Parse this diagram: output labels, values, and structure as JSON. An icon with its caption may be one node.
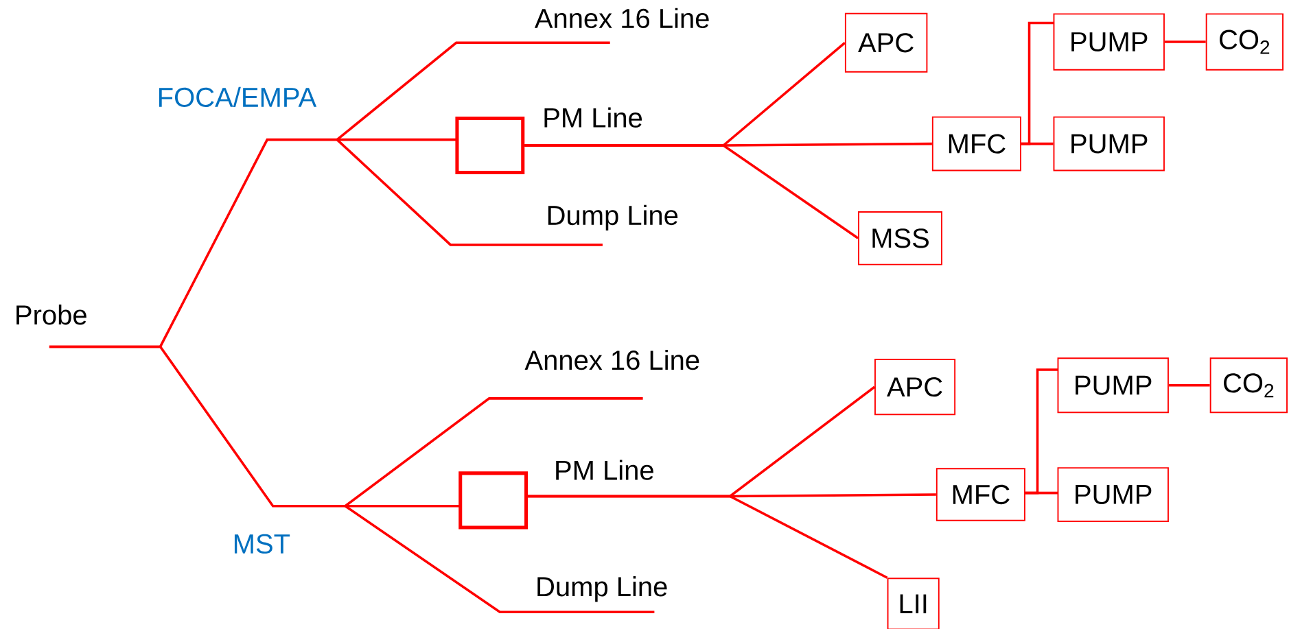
{
  "diagram": {
    "nodes": [
      {
        "text": [
          "Probe"
        ]
      },
      {
        "text": [
          "FOCA/EMPA"
        ]
      },
      {
        "text": [
          "Annex 16 Line"
        ]
      },
      {
        "text": [],
        "shape": "box"
      },
      {
        "text": [
          "Dump Line"
        ]
      },
      {
        "text": [
          "APC"
        ]
      },
      {
        "text": [
          "MFC"
        ]
      },
      {
        "text": [
          "MSS"
        ]
      },
      {
        "text": [
          "PUMP"
        ]
      },
      {
        "text": [
          "PUMP"
        ]
      },
      {
        "text": [
          "CO$_{2}$"
        ]
      },
      {
        "text": [
          "MST"
        ]
      },
      {
        "text": [
          "Annex 16 Line"
        ]
      },
      {
        "text": [],
        "shape": "box"
      },
      {
        "text": [
          "Dump Line"
        ]
      },
      {
        "text": [
          "APC"
        ]
      },
      {
        "text": [
          "MFC"
        ]
      },
      {
        "text": [
          "LII"
        ]
      },
      {
        "text": [
          "PUMP"
        ]
      },
      {
        "text": [
          "PUMP"
        ]
      },
      {
        "text": [
          "CO$_{2}$"
        ]
      }
    ],
    "edges": [
      {
        "from": 0,
        "to": 1,
        "arrow": "none"
      },
      {
        "from": 1,
        "to": 2,
        "arrow": "none"
      },
      {
        "from": 1,
        "to": 3,
        "arrow": "none"
      },
      {
        "from": 1,
        "to": 4,
        "arrow": "none"
      },
      {
        "from": 3,
        "to": 5,
        "arrow": "none"
      },
      {
        "from": 3,
        "to": 6,
        "arrow": "none",
        "label": "PM Line"
      },
      {
        "from": 3,
        "to": 7,
        "arrow": "none"
      },
      {
        "from": 6,
        "to": 8,
        "arrow": "none"
      },
      {
        "from": 6,
        "to": 9,
        "arrow": "none"
      },
      {
        "from": 8,
        "to": 10,
        "arrow": "none"
      },
      {
        "from": 0,
        "to": 11,
        "arrow": "none"
      },
      {
        "from": 11,
        "to": 12,
        "arrow": "none"
      },
      {
        "from": 11,
        "to": 13,
        "arrow": "none"
      },
      {
        "from": 11,
        "to": 14,
        "arrow": "none"
      },
      {
        "from": 13,
        "to": 15,
        "arrow": "none"
      },
      {
        "from": 13,
        "to": 16,
        "arrow": "none",
        "label": "PM Line"
      },
      {
        "from": 13,
        "to": 17,
        "arrow": "none"
      },
      {
        "from": 16,
        "to": 18,
        "arrow": "none"
      },
      {
        "from": 16,
        "to": 19,
        "arrow": "none"
      },
      {
        "from": 18,
        "to": 20,
        "arrow": "none"
      }
    ]
  }
}
